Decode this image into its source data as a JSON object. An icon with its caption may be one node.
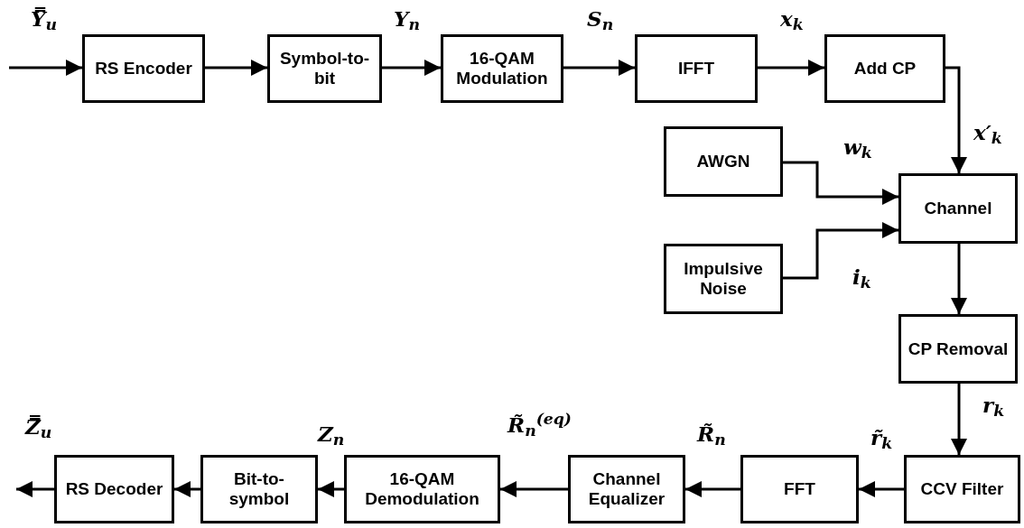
{
  "diagram": {
    "nodes": [
      {
        "text": [
          "RS Encoder"
        ]
      },
      {
        "text": [
          "Symbol-to-bit"
        ]
      },
      {
        "text": [
          "16-QAM Modulation"
        ]
      },
      {
        "text": [
          "IFFT"
        ]
      },
      {
        "text": [
          "Add CP"
        ]
      },
      {
        "text": [
          "AWGN"
        ]
      },
      {
        "text": [
          "Channel"
        ]
      },
      {
        "text": [
          "Impulsive Noise"
        ]
      },
      {
        "text": [
          "CP Removal"
        ]
      },
      {
        "text": [
          "CCV Filter"
        ]
      },
      {
        "text": [
          "FFT"
        ]
      },
      {
        "text": [
          "Channel Equalizer"
        ]
      },
      {
        "text": [
          "16-QAM Demodulation"
        ]
      },
      {
        "text": [
          "Bit-to-symbol"
        ]
      },
      {
        "text": [
          "RS Decoder"
        ]
      }
    ],
    "edges": [
      {
        "from": null,
        "to": 0,
        "arrow": "to",
        "label": "Y̿$_{u}$"
      },
      {
        "from": 0,
        "to": 1,
        "arrow": "to"
      },
      {
        "from": 1,
        "to": 2,
        "arrow": "to",
        "label": "Y$_{n}$"
      },
      {
        "from": 2,
        "to": 3,
        "arrow": "to",
        "label": "S$_{n}$"
      },
      {
        "from": 3,
        "to": 4,
        "arrow": "to",
        "label": "x$_{k}$"
      },
      {
        "from": 4,
        "to": 6,
        "arrow": "to",
        "label": "x′$_{k}$"
      },
      {
        "from": 5,
        "to": 6,
        "arrow": "to",
        "label": "w$_{k}$"
      },
      {
        "from": 7,
        "to": 6,
        "arrow": "to",
        "label": "i$_{k}$"
      },
      {
        "from": 6,
        "to": 8,
        "arrow": "to"
      },
      {
        "from": 8,
        "to": 9,
        "arrow": "to",
        "label": "r$_{k}$"
      },
      {
        "from": 9,
        "to": 10,
        "arrow": "to",
        "label": "r̃$_{k}$"
      },
      {
        "from": 10,
        "to": 11,
        "arrow": "to",
        "label": "R̃$_{n}$"
      },
      {
        "from": 11,
        "to": 12,
        "arrow": "to",
        "label": "R̃$_{n}$$^{(eq)}$"
      },
      {
        "from": 12,
        "to": 13,
        "arrow": "to",
        "label": "Z$_{n}$"
      },
      {
        "from": 13,
        "to": 14,
        "arrow": "to"
      },
      {
        "from": 14,
        "to": null,
        "arrow": "to",
        "label": "Z̿$_{u}$"
      }
    ]
  }
}
